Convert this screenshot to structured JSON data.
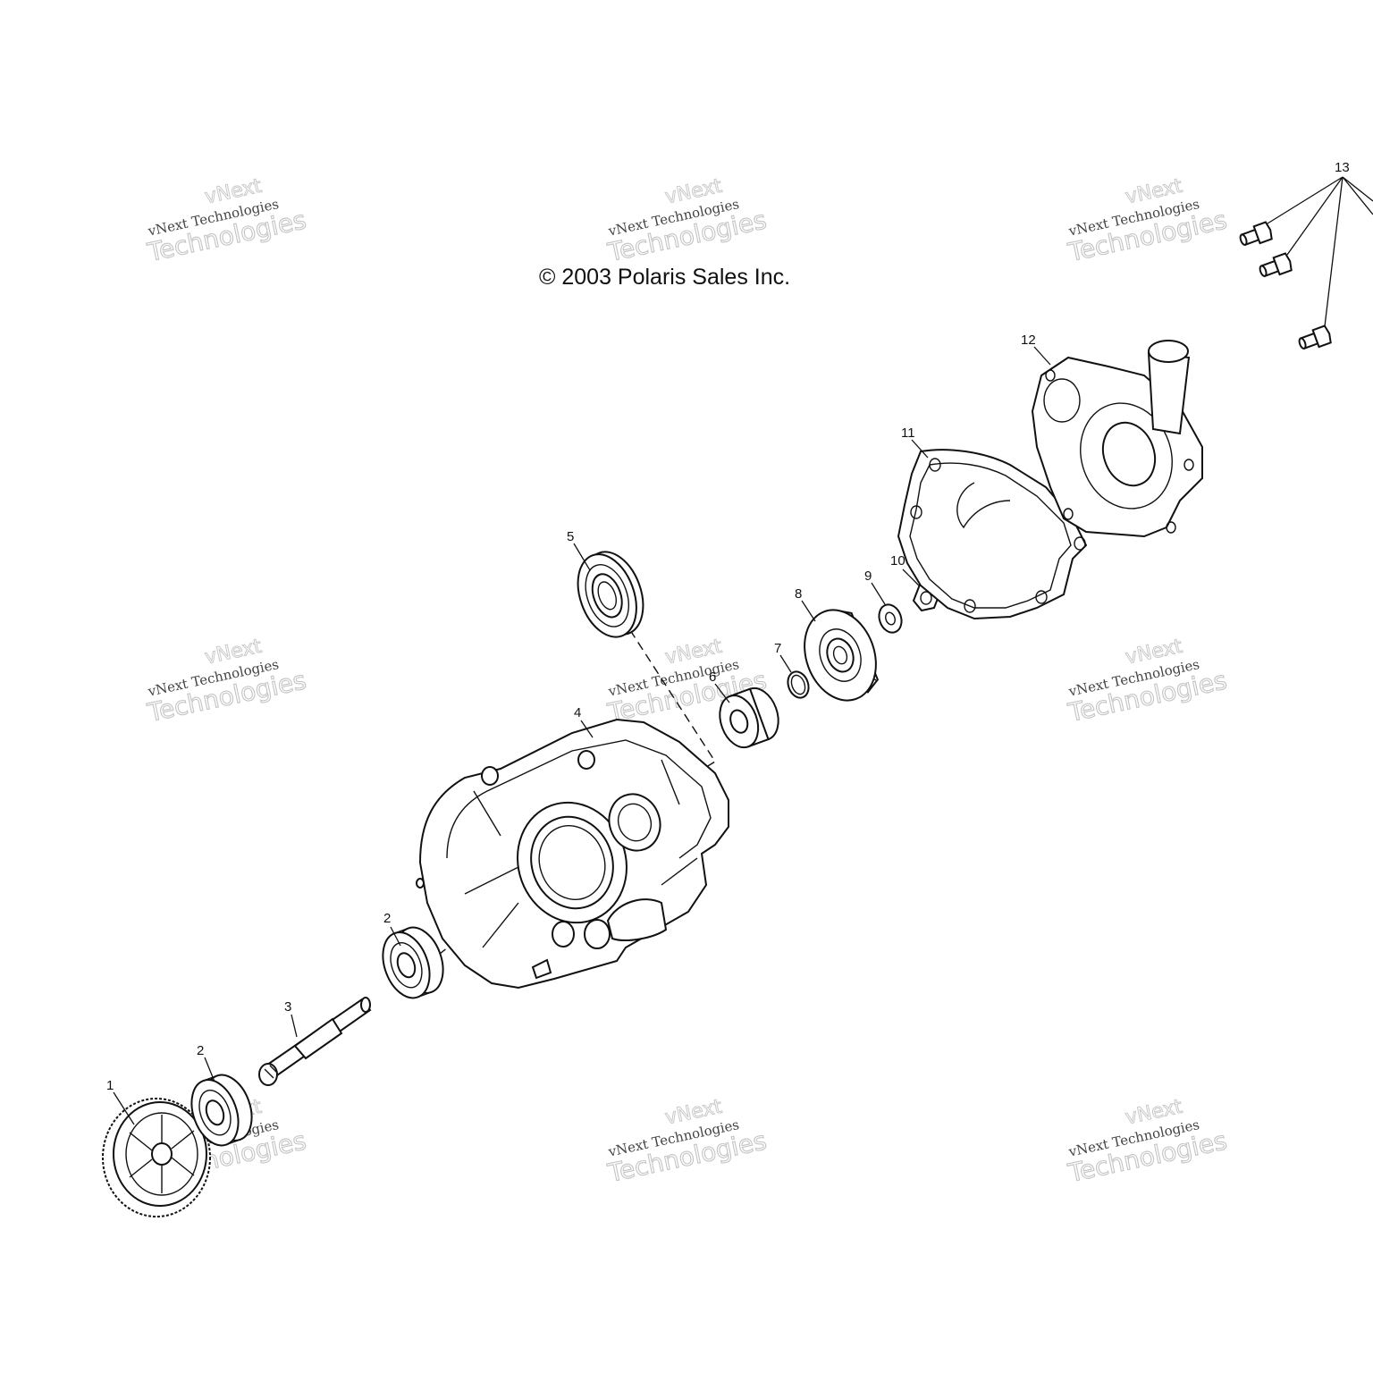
{
  "copyright": "© 2003 Polaris Sales Inc.",
  "watermark": {
    "line1": "vNext",
    "line2": "vNext Technologies",
    "line3": "Technologies"
  },
  "callouts": [
    {
      "id": "1",
      "label": "1",
      "part": "drive-gear"
    },
    {
      "id": "2a",
      "label": "2",
      "part": "bearing-lower"
    },
    {
      "id": "3",
      "label": "3",
      "part": "shaft"
    },
    {
      "id": "2b",
      "label": "2",
      "part": "bearing-upper"
    },
    {
      "id": "4",
      "label": "4",
      "part": "housing"
    },
    {
      "id": "5",
      "label": "5",
      "part": "seal"
    },
    {
      "id": "6",
      "label": "6",
      "part": "spacer"
    },
    {
      "id": "7",
      "label": "7",
      "part": "ring"
    },
    {
      "id": "8",
      "label": "8",
      "part": "impeller"
    },
    {
      "id": "9",
      "label": "9",
      "part": "washer"
    },
    {
      "id": "10",
      "label": "10",
      "part": "nut"
    },
    {
      "id": "11",
      "label": "11",
      "part": "gasket"
    },
    {
      "id": "12",
      "label": "12",
      "part": "pump-cover"
    },
    {
      "id": "13",
      "label": "13",
      "part": "bolts"
    }
  ]
}
